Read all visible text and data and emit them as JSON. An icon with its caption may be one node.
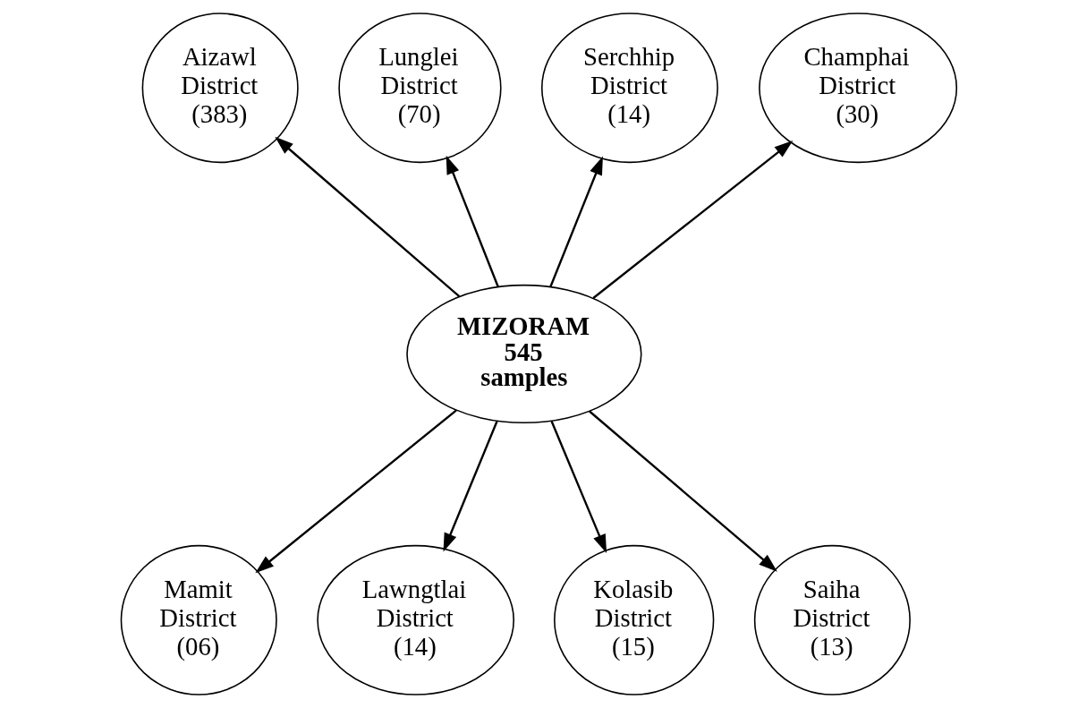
{
  "diagram": {
    "nodes": [
      {
        "text": [
          "MIZORAM 545 samples"
        ]
      },
      {
        "text": [
          "Aizawl District (383)"
        ]
      },
      {
        "text": [
          "Lunglei District (70)"
        ]
      },
      {
        "text": [
          "Serchhip District (14)"
        ]
      },
      {
        "text": [
          "Champhai District (30)"
        ]
      },
      {
        "text": [
          "Mamit District (06)"
        ]
      },
      {
        "text": [
          "Lawngtlai District (14)"
        ]
      },
      {
        "text": [
          "Kolasib District (15)"
        ]
      },
      {
        "text": [
          "Saiha District (13)"
        ]
      }
    ],
    "edges": [
      {
        "from": 0,
        "to": 1,
        "arrow": "to"
      },
      {
        "from": 0,
        "to": 2,
        "arrow": "to"
      },
      {
        "from": 0,
        "to": 3,
        "arrow": "to"
      },
      {
        "from": 0,
        "to": 4,
        "arrow": "to"
      },
      {
        "from": 0,
        "to": 5,
        "arrow": "to"
      },
      {
        "from": 0,
        "to": 6,
        "arrow": "to"
      },
      {
        "from": 0,
        "to": 7,
        "arrow": "to"
      },
      {
        "from": 0,
        "to": 8,
        "arrow": "to"
      }
    ]
  }
}
